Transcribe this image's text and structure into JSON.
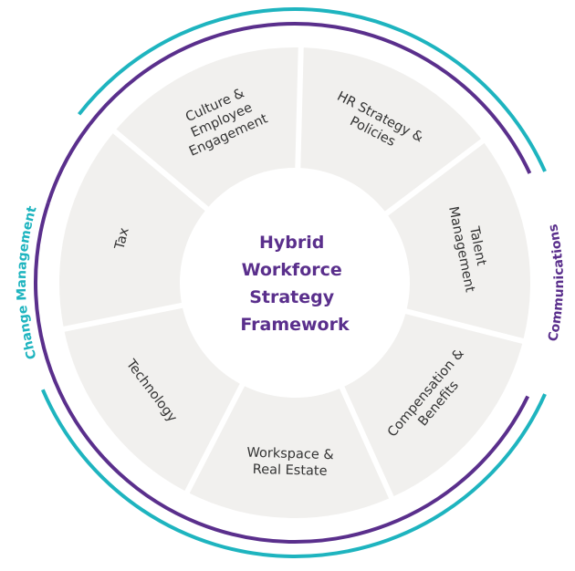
{
  "center": {
    "lines": [
      "Hybrid",
      "Workforce",
      "Strategy",
      "Framework"
    ]
  },
  "segments": [
    {
      "id": "hr-strategy-policies",
      "lines": [
        "HR Strategy &",
        "Policies"
      ]
    },
    {
      "id": "talent-management",
      "lines": [
        "Talent",
        "Management"
      ]
    },
    {
      "id": "compensation-benefits",
      "lines": [
        "Compensation &",
        "Benefits"
      ]
    },
    {
      "id": "workspace-real-estate",
      "lines": [
        "Workspace &",
        "Real Estate"
      ]
    },
    {
      "id": "technology",
      "lines": [
        "Technology"
      ]
    },
    {
      "id": "tax",
      "lines": [
        "Tax"
      ]
    },
    {
      "id": "culture-employee-engagement",
      "lines": [
        "Culture &",
        "Employee",
        "Engagement"
      ]
    }
  ],
  "ring_labels": {
    "left": "Change Management",
    "right": "Communications"
  },
  "colors": {
    "teal": "#1eb4bf",
    "purple": "#5a2f8c",
    "segment_fill": "#f1f0ee",
    "text": "#333333"
  }
}
